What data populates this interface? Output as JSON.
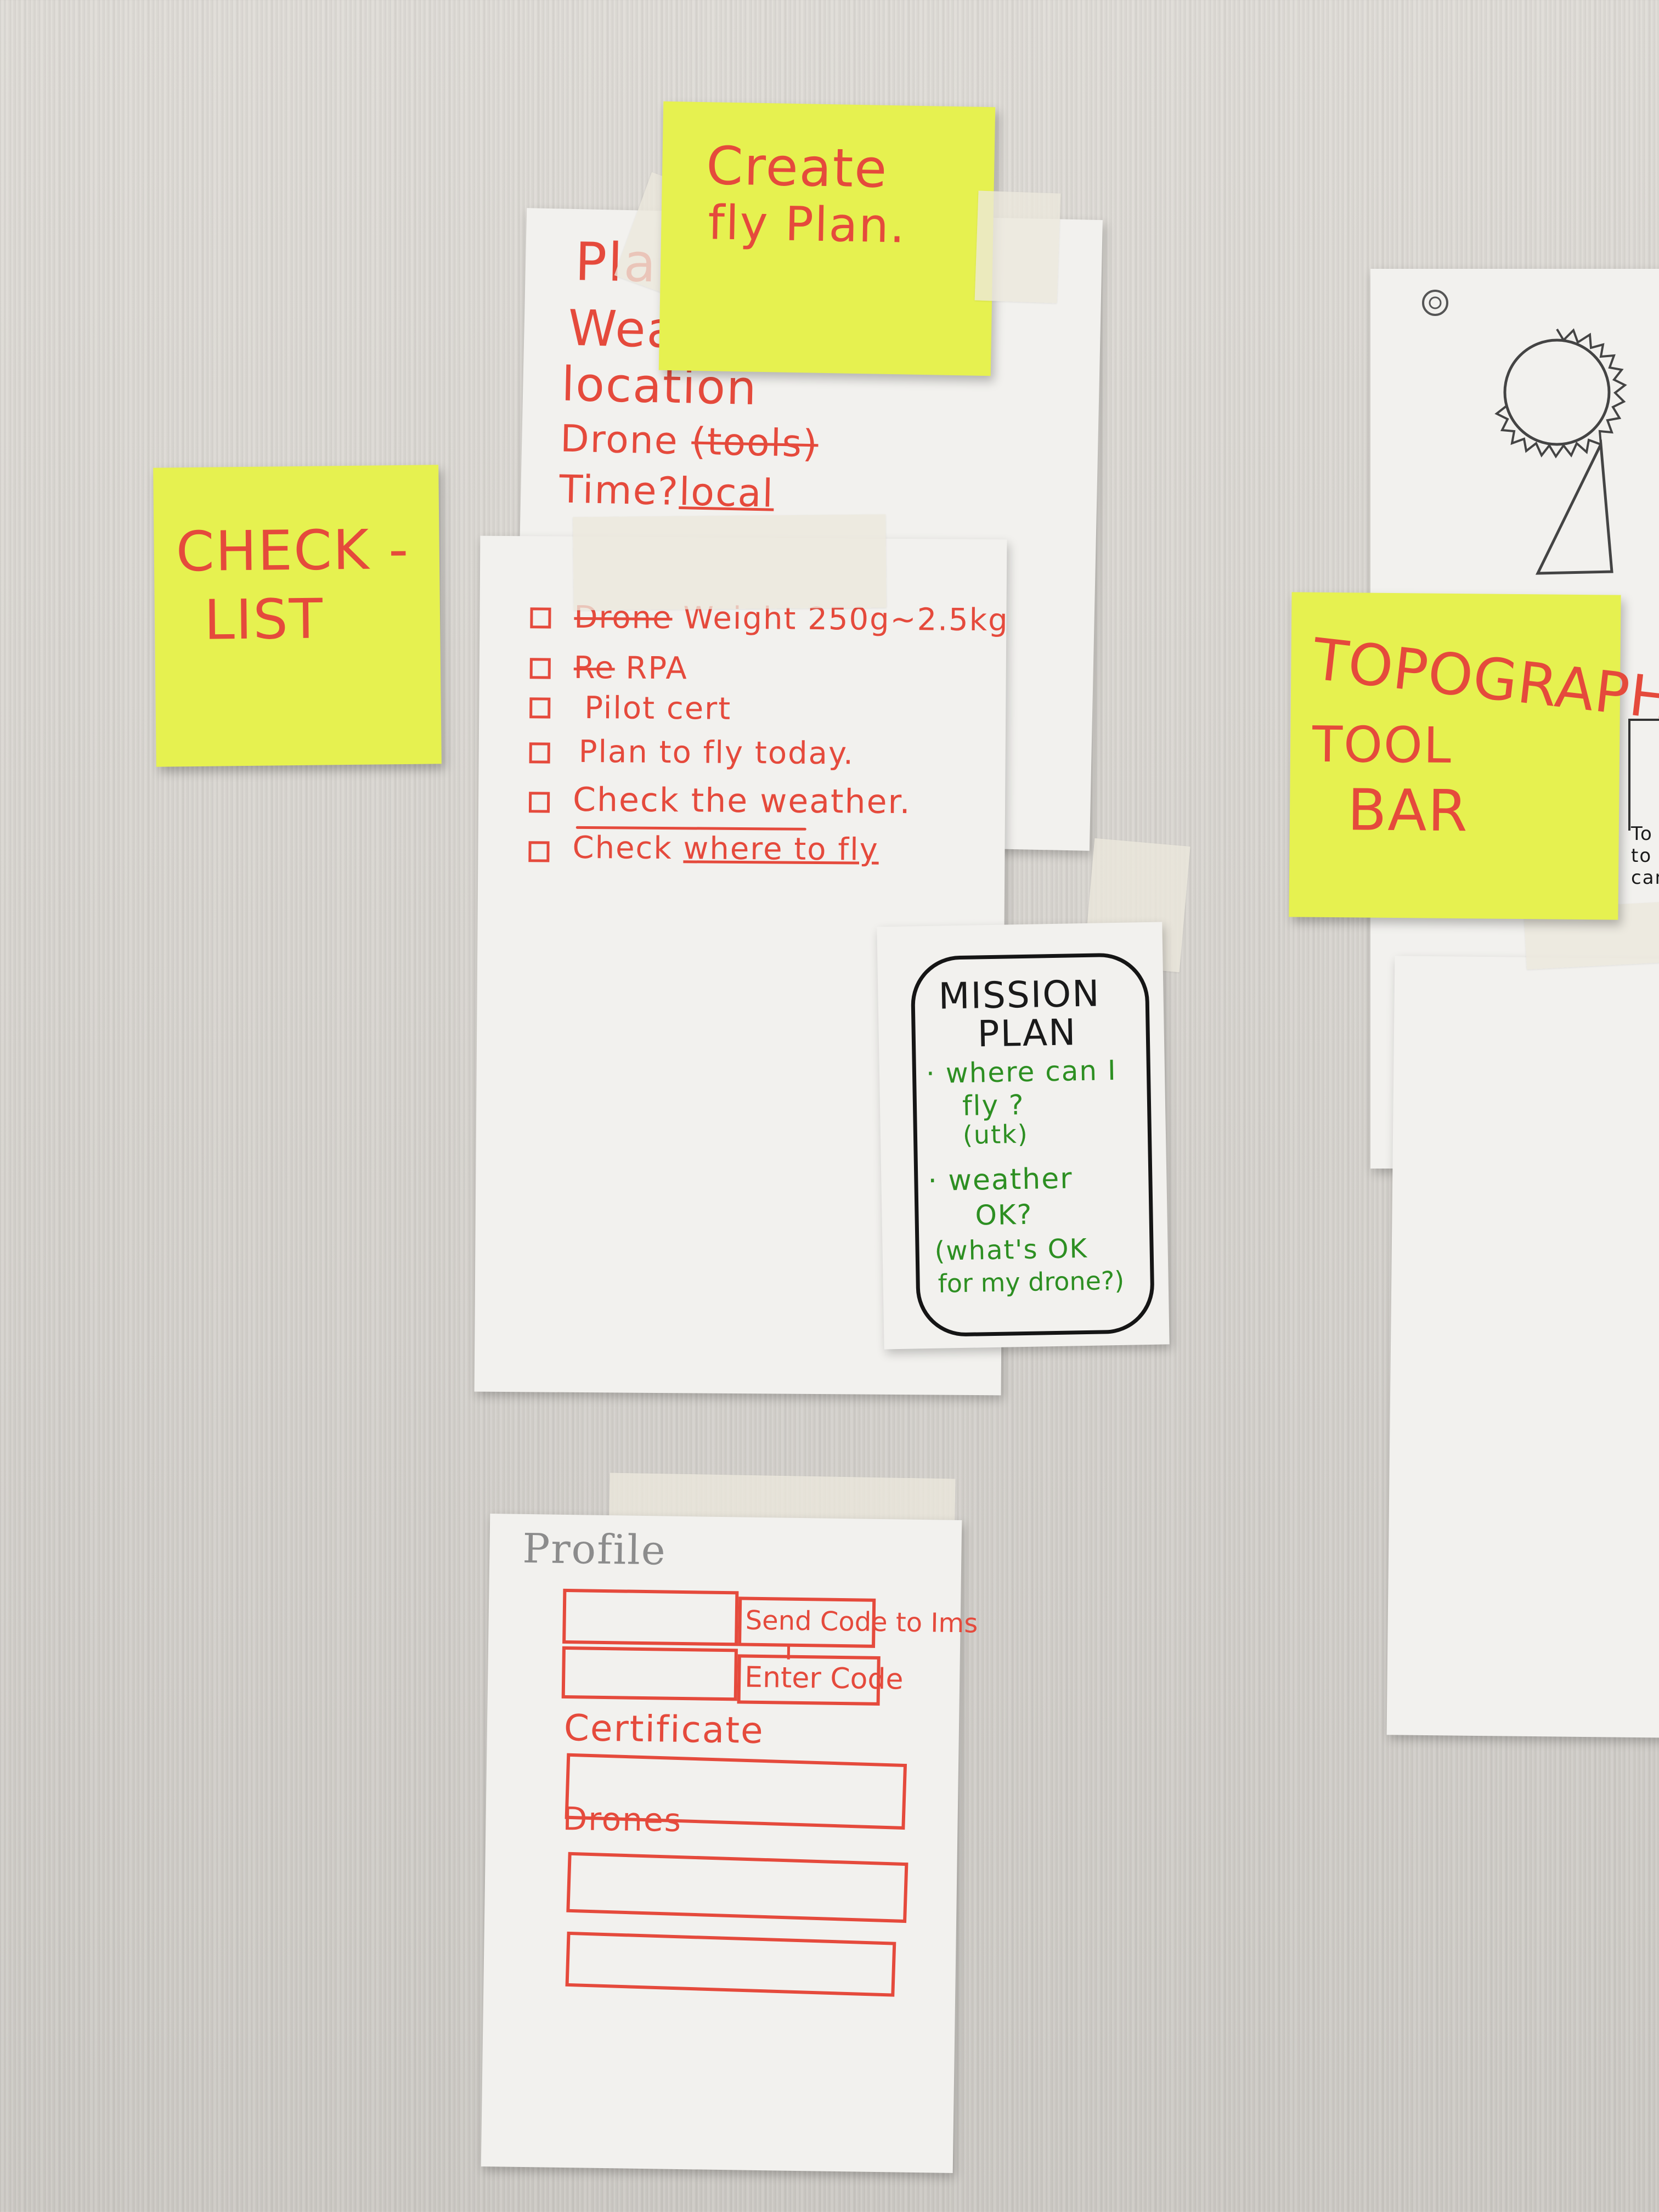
{
  "sticky_create": {
    "line1": "Create",
    "line2": "fly Plan."
  },
  "plan_sheet": {
    "lines": [
      "Plan",
      "Weath",
      "location",
      "Drone",
      "(tools)",
      "Time?",
      "local"
    ]
  },
  "checklist_sticky": {
    "line1": "CHECK -",
    "line2": "LIST"
  },
  "checklist_sheet": {
    "items": [
      {
        "pre": "",
        "struck": "Drone",
        "label": " Weight 250g~2.5kg"
      },
      {
        "pre": "",
        "struck": "Re",
        "label": " RPA"
      },
      {
        "pre": "",
        "struck": "",
        "label": "Pilot cert"
      },
      {
        "pre": "",
        "struck": "",
        "label": "Plan to fly today."
      },
      {
        "pre": "",
        "struck": "",
        "label": "Check the weather."
      },
      {
        "pre": "Check ",
        "struck": "",
        "label": "where to fly"
      }
    ]
  },
  "mission_card": {
    "title1": "MISSION",
    "title2": "PLAN",
    "b1a": "· where can I",
    "b1b": "fly ?",
    "b1c": "(utk)",
    "b2a": "· weather",
    "b2b": "OK?",
    "b2c": "(what's OK",
    "b2d": "for my drone?)"
  },
  "topo_sticky": {
    "line1": "TOPOGRAPHIC",
    "line2": "TOOL",
    "line3": "BAR"
  },
  "right_sheet": {
    "note1": "To",
    "note2": "to",
    "note3": "can"
  },
  "profile_sheet": {
    "title": "Profile",
    "send_code": "Send Code to Ims",
    "enter_code": "Enter Code",
    "certificate": "Certificate",
    "drones": "Drones"
  },
  "colors": {
    "sticky": "#e6f150",
    "red_marker": "#e54a3c",
    "green_marker": "#2d8f22",
    "paper": "#f2f1ee"
  }
}
